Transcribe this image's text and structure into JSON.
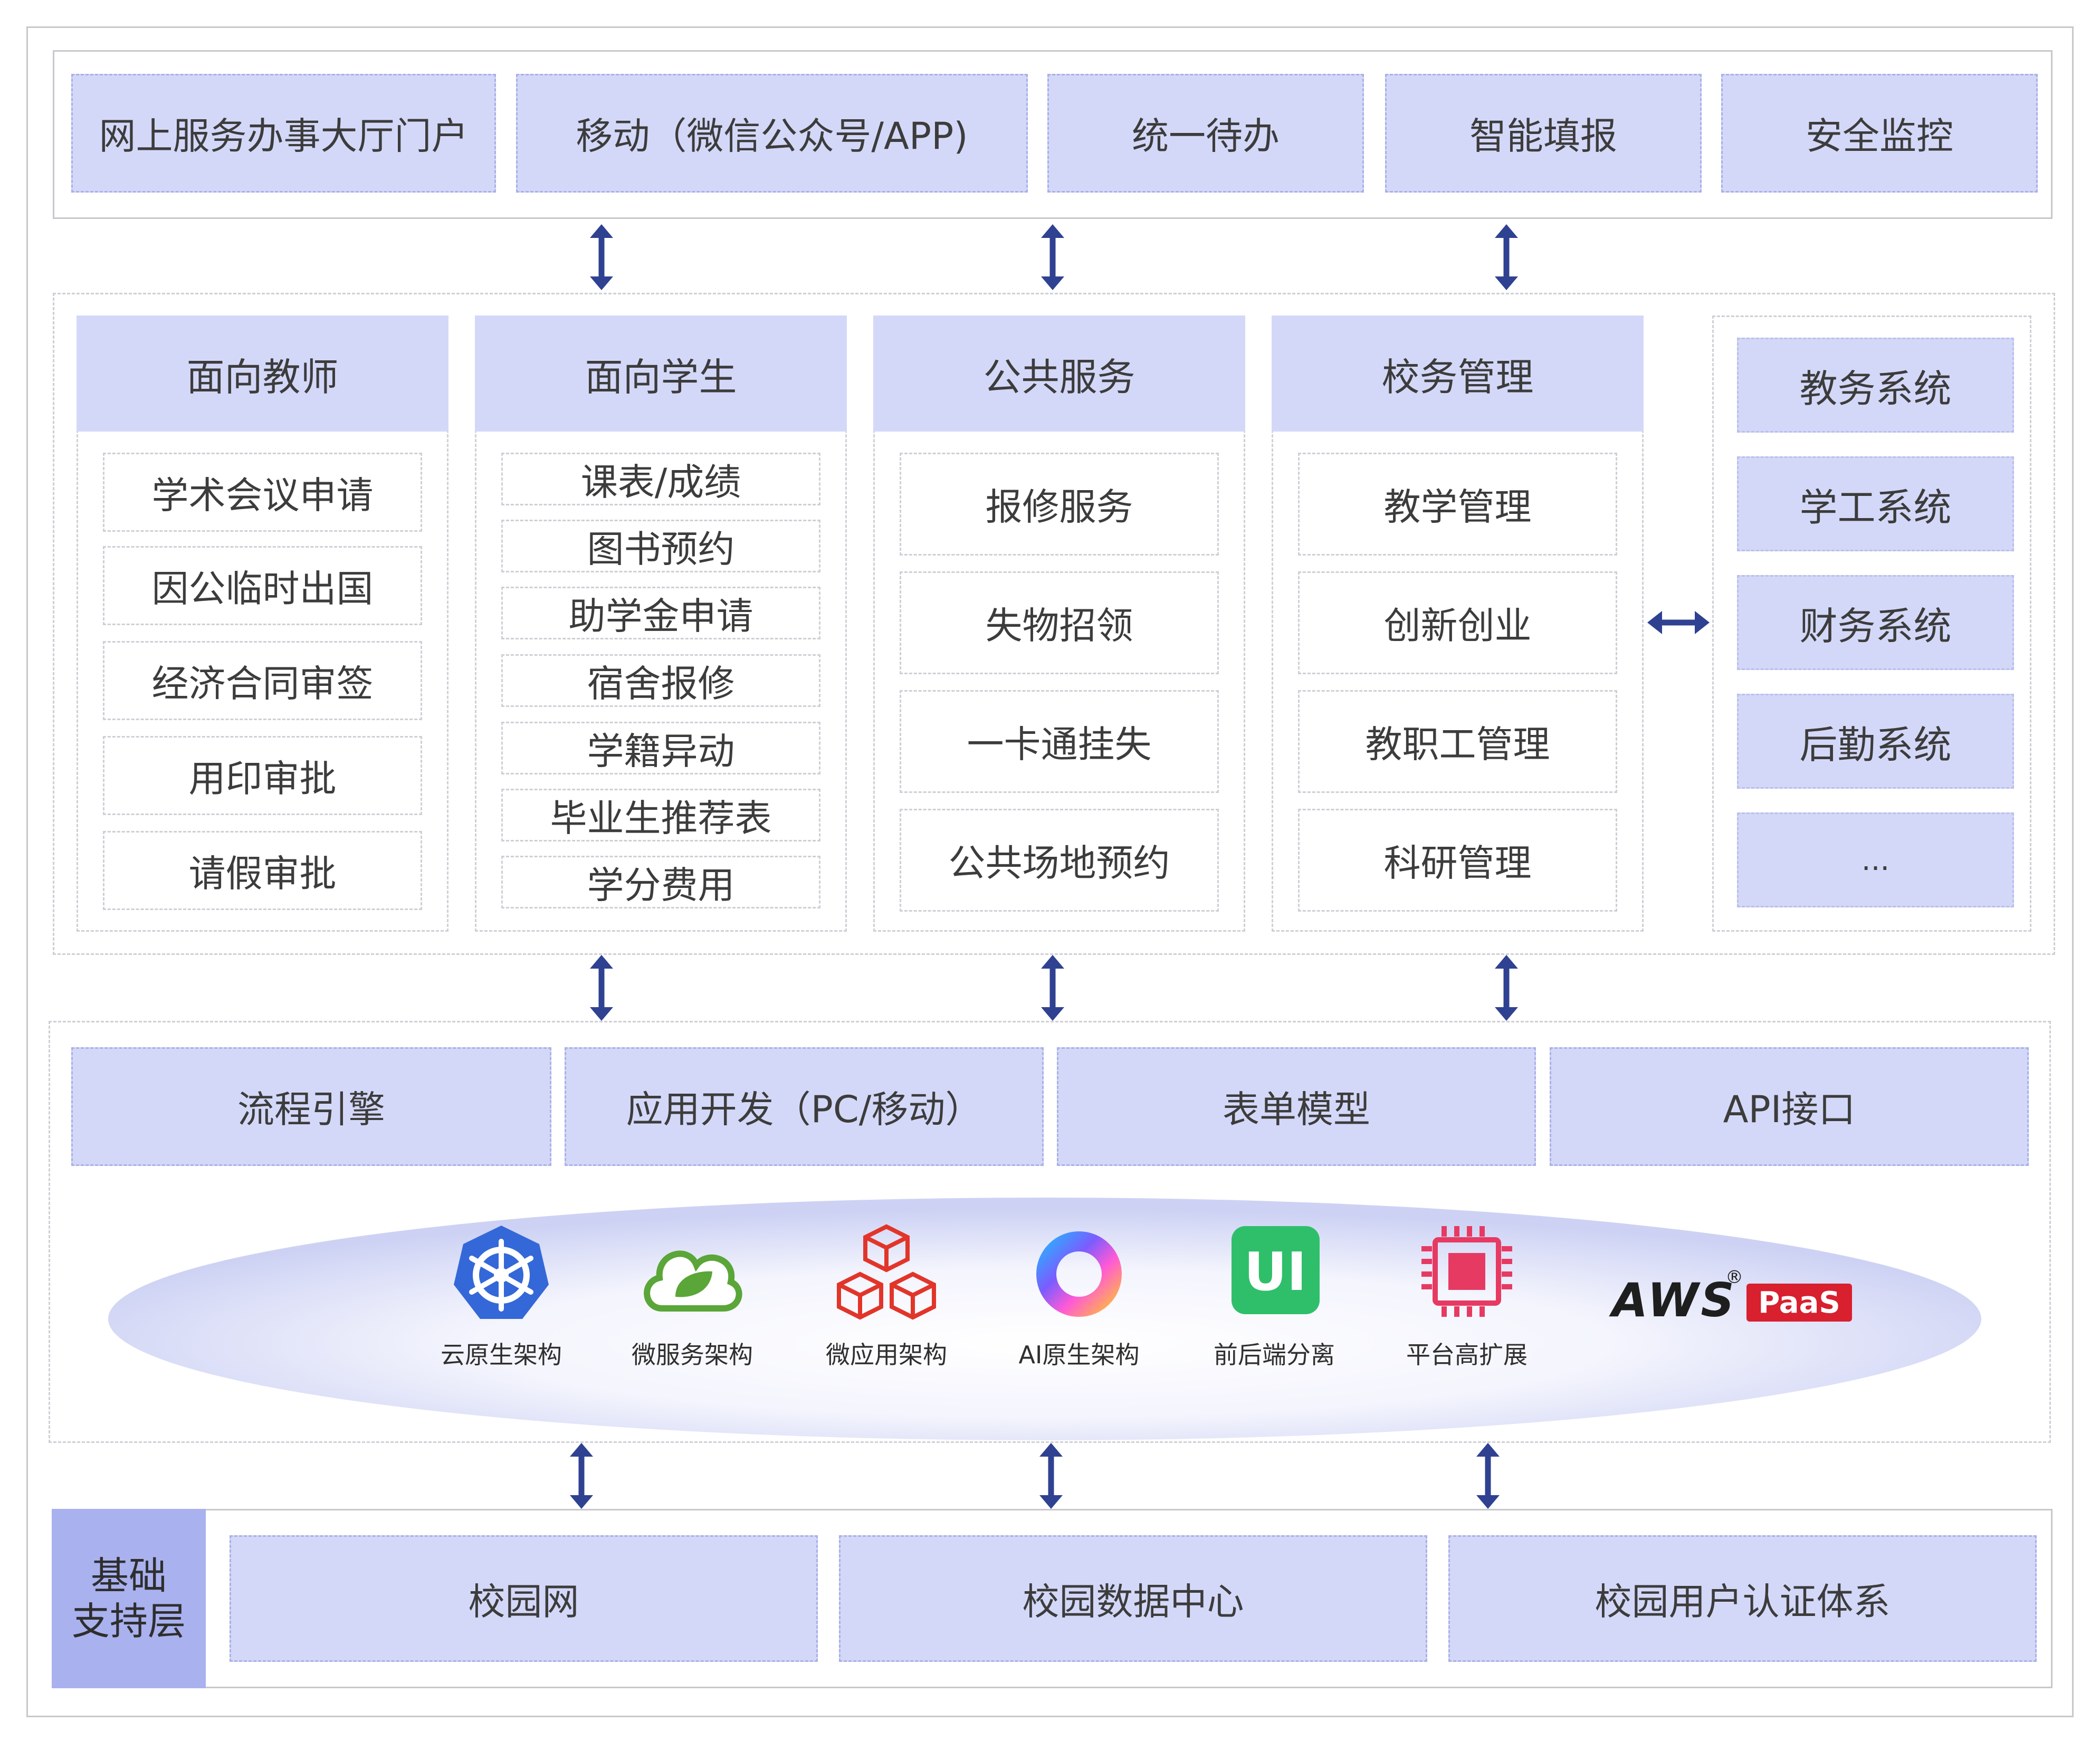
{
  "top_portal": {
    "items": [
      "网上服务办事大厅门户",
      "移动（微信公众号/APP)",
      "统一待办",
      "智能填报",
      "安全监控"
    ]
  },
  "business": {
    "columns": [
      {
        "header": "面向教师",
        "items": [
          "学术会议申请",
          "因公临时出国",
          "经济合同审签",
          "用印审批",
          "请假审批"
        ]
      },
      {
        "header": "面向学生",
        "items": [
          "课表/成绩",
          "图书预约",
          "助学金申请",
          "宿舍报修",
          "学籍异动",
          "毕业生推荐表",
          "学分费用"
        ]
      },
      {
        "header": "公共服务",
        "items": [
          "报修服务",
          "失物招领",
          "一卡通挂失",
          "公共场地预约"
        ]
      },
      {
        "header": "校务管理",
        "items": [
          "教学管理",
          "创新创业",
          "教职工管理",
          "科研管理"
        ]
      }
    ],
    "systems": [
      "教务系统",
      "学工系统",
      "财务系统",
      "后勤系统",
      "..."
    ]
  },
  "platform": {
    "modules": [
      "流程引擎",
      "应用开发（PC/移动）",
      "表单模型",
      "API接口"
    ],
    "tech": [
      {
        "label": "云原生架构",
        "icon": "kubernetes-icon"
      },
      {
        "label": "微服务架构",
        "icon": "spring-leaf-icon"
      },
      {
        "label": "微应用架构",
        "icon": "cubes-icon"
      },
      {
        "label": "AI原生架构",
        "icon": "ai-ring-icon"
      },
      {
        "label": "前后端分离",
        "icon": "ui-badge-icon"
      },
      {
        "label": "平台高扩展",
        "icon": "chip-icon"
      }
    ],
    "brand": {
      "aws": "AWS",
      "reg": "®",
      "paas": "PaaS"
    }
  },
  "foundation": {
    "title_line1": "基础",
    "title_line2": "支持层",
    "items": [
      "校园网",
      "校园数据中心",
      "校园用户认证体系"
    ]
  },
  "colors": {
    "box_fill": "#d4d8f8",
    "arrow": "#2f4191",
    "side_fill": "#a9b1ee",
    "paas_red": "#d8202f"
  }
}
